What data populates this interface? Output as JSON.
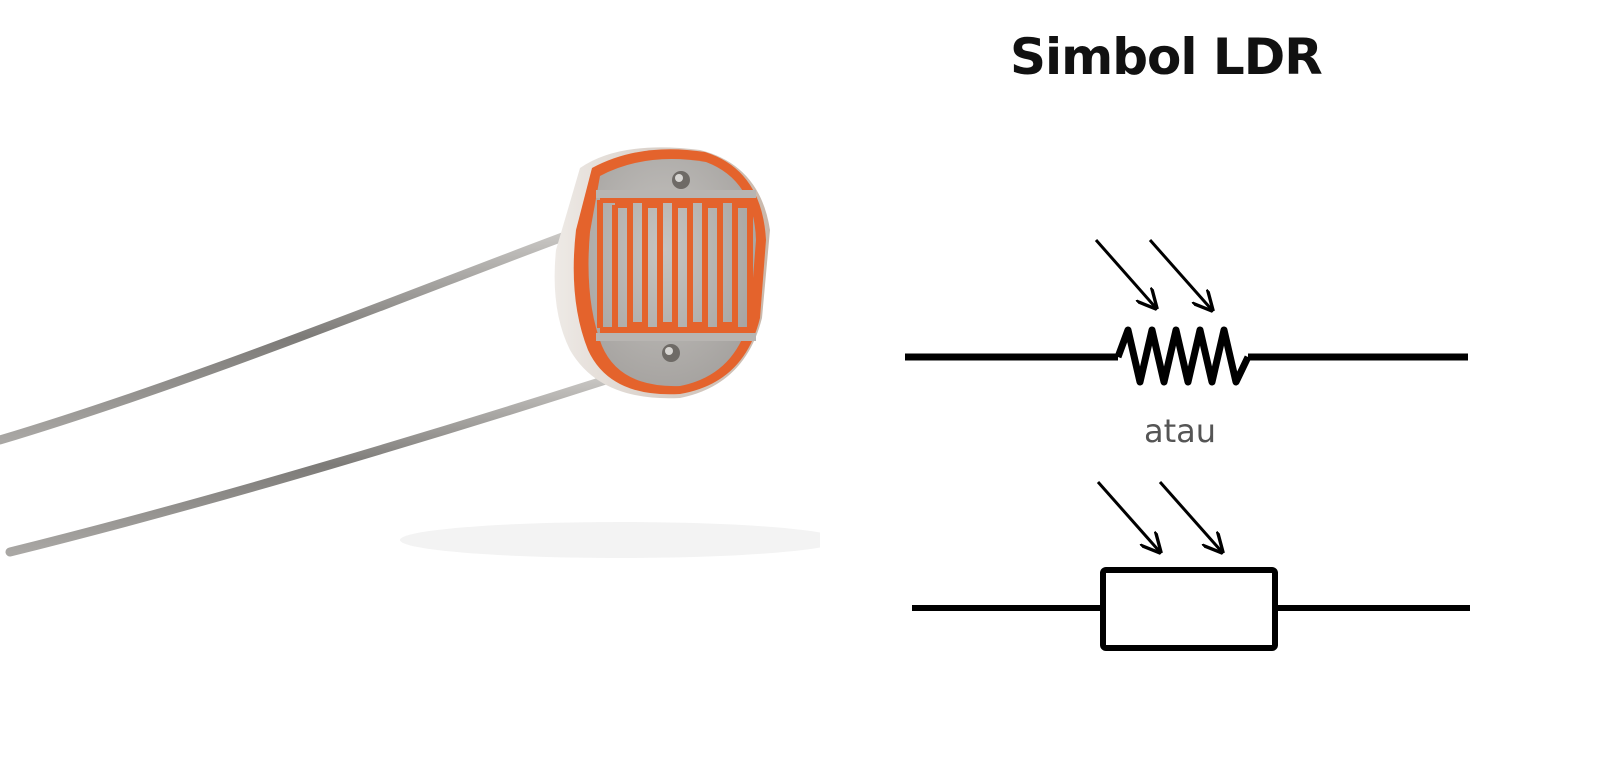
{
  "title": "Simbol LDR",
  "or_label": "atau",
  "colors": {
    "background": "#ffffff",
    "symbol_stroke": "#000000",
    "ldr_body": "#d9d2cc",
    "ldr_face": "#b5b2af",
    "ldr_track": "#e4632c",
    "lead_wire": "#8a8885"
  },
  "icons": {
    "photo": "ldr-component-photo",
    "symbol_1": "ldr-zigzag-resistor-symbol",
    "symbol_2": "ldr-box-resistor-symbol"
  }
}
